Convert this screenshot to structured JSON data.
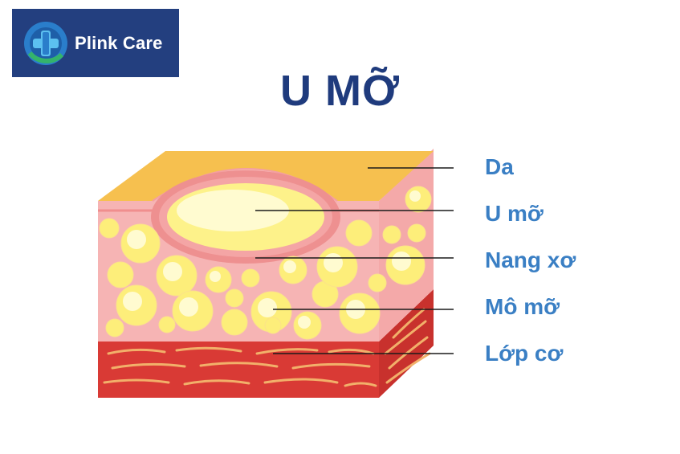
{
  "logo": {
    "brand_name": "Plink Care"
  },
  "title": "U MỠ",
  "labels": {
    "skin": "Da",
    "lipoma": "U mỡ",
    "capsule": "Nang xơ",
    "fat_tissue": "Mô mỡ",
    "muscle": "Lớp cơ"
  },
  "colors": {
    "brand_navy": "#233f7f",
    "title": "#1f3b7d",
    "label_blue": "#3a7fc4",
    "skin_yellow": "#f6c04f",
    "tissue_pink": "#f6b4b4",
    "fat_yellow": "#fdf28a",
    "muscle_red": "#d93a35"
  }
}
